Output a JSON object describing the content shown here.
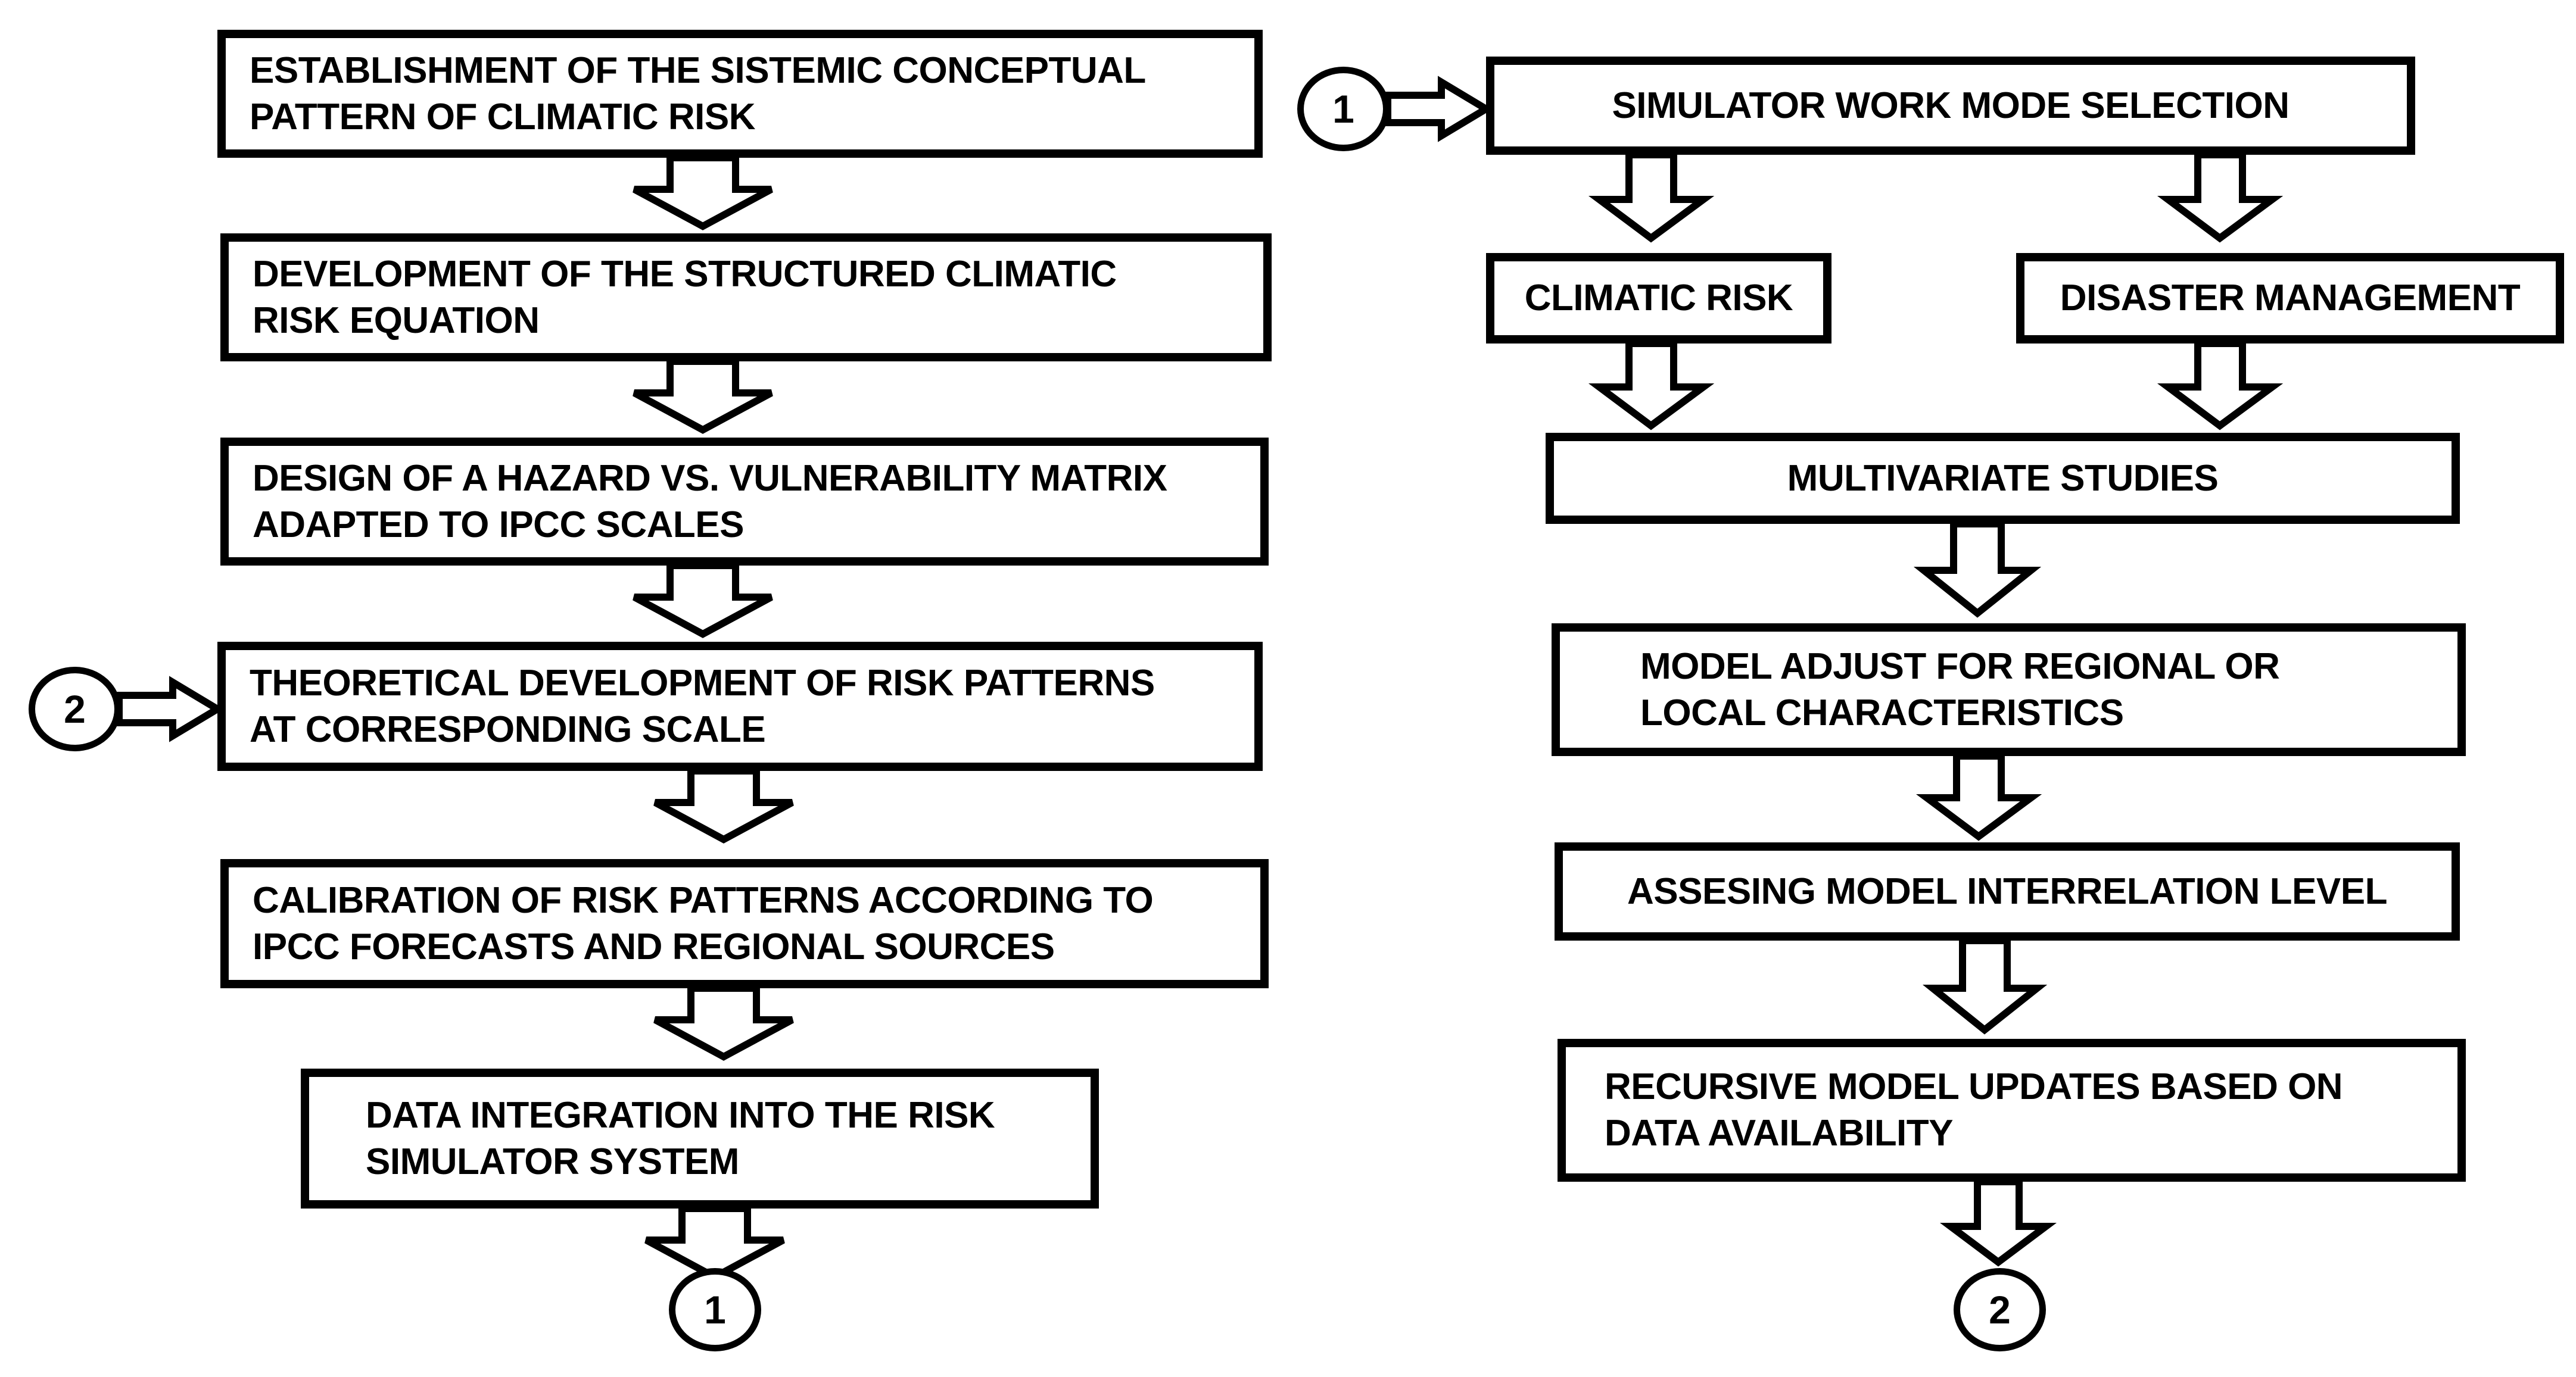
{
  "left_column": [
    {
      "id": "establishment",
      "text": "ESTABLISHMENT OF THE SISTEMIC CONCEPTUAL\nPATTERN OF CLIMATIC RISK"
    },
    {
      "id": "development",
      "text": "DEVELOPMENT OF THE STRUCTURED CLIMATIC\nRISK EQUATION"
    },
    {
      "id": "design",
      "text": "DESIGN OF A HAZARD VS. VULNERABILITY MATRIX\nADAPTED TO IPCC SCALES"
    },
    {
      "id": "theoretical",
      "text": "THEORETICAL DEVELOPMENT OF RISK PATTERNS\nAT CORRESPONDING SCALE"
    },
    {
      "id": "calibration",
      "text": "CALIBRATION OF RISK PATTERNS ACCORDING TO\nIPCC FORECASTS AND REGIONAL SOURCES"
    },
    {
      "id": "integration",
      "text": "DATA INTEGRATION INTO THE RISK\nSIMULATOR SYSTEM"
    }
  ],
  "right_column": [
    {
      "id": "mode-selection",
      "text": "SIMULATOR WORK MODE SELECTION"
    },
    {
      "id": "climatic-risk",
      "text": "CLIMATIC RISK"
    },
    {
      "id": "disaster-management",
      "text": "DISASTER MANAGEMENT"
    },
    {
      "id": "multivariate",
      "text": "MULTIVARIATE STUDIES"
    },
    {
      "id": "model-adjust",
      "text": "MODEL ADJUST FOR REGIONAL OR\nLOCAL CHARACTERISTICS"
    },
    {
      "id": "interrelation",
      "text": "ASSESING MODEL INTERRELATION LEVEL"
    },
    {
      "id": "recursive",
      "text": "RECURSIVE  MODEL UPDATES BASED ON\nDATA AVAILABILITY"
    }
  ],
  "connectors": {
    "one_label": "1",
    "two_label": "2"
  }
}
